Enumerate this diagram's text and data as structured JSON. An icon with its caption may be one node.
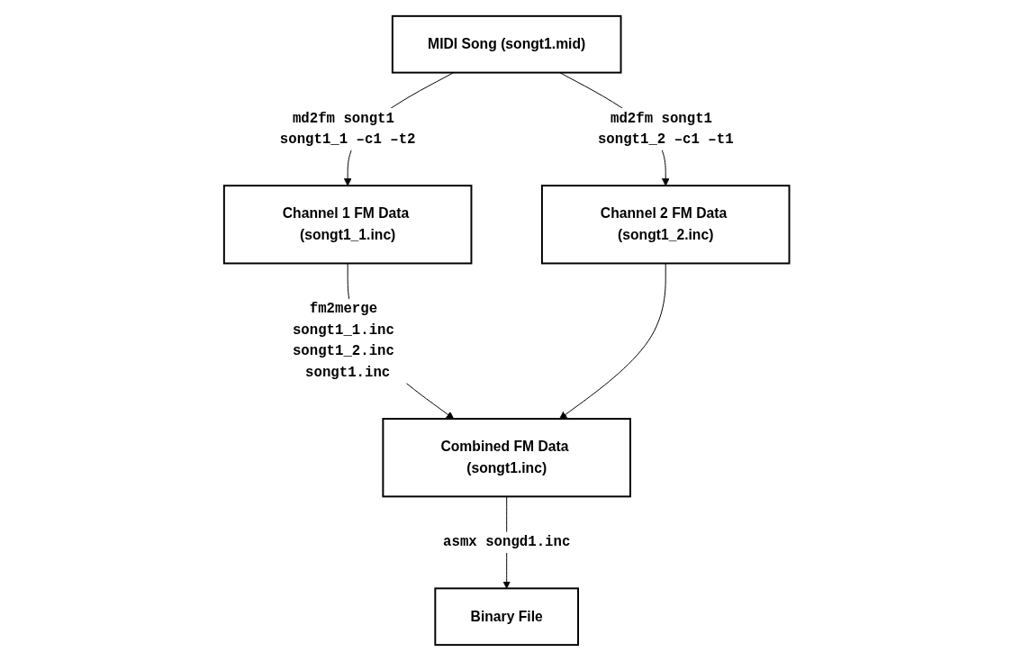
{
  "diagram": {
    "nodes": [
      {
        "text": [
          "MIDI Song (songt1.mid)"
        ]
      },
      {
        "text": [
          "Channel 1 FM Data (songt1_1.inc)"
        ]
      },
      {
        "text": [
          "Channel 2 FM Data (songt1_2.inc)"
        ]
      },
      {
        "text": [
          "Combined FM Data (songt1.inc)"
        ]
      },
      {
        "text": [
          "Binary File"
        ]
      }
    ],
    "edges": [
      {
        "from": 0,
        "to": 1,
        "arrow": "to",
        "label": "md2fm songt1 songt1_1 –c1 –t2"
      },
      {
        "from": 0,
        "to": 2,
        "arrow": "to",
        "label": "md2fm songt1 songt1_2 –c1 –t1"
      },
      {
        "from": 1,
        "to": 3,
        "arrow": "to",
        "label": "fm2merge songt1_1.inc songt1_2.inc songt1.inc"
      },
      {
        "from": 2,
        "to": 3,
        "arrow": "to"
      },
      {
        "from": 3,
        "to": 4,
        "arrow": "to",
        "label": "asmx songd1.inc"
      }
    ]
  }
}
